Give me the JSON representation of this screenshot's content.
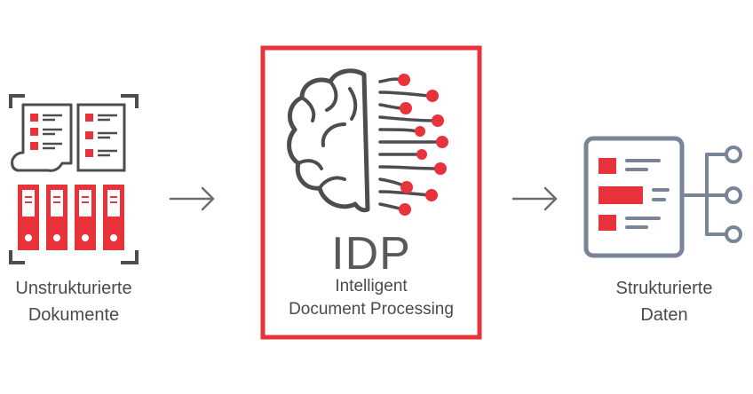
{
  "colors": {
    "accent": "#e8323c",
    "dark": "#4d4d4f",
    "muted": "#7a8497",
    "arrow": "#6d6e70"
  },
  "left": {
    "line1": "Unstrukturierte",
    "line2": "Dokumente",
    "icon": "documents-and-binders-icon"
  },
  "center": {
    "title": "IDP",
    "line1": "Intelligent",
    "line2": "Document Processing",
    "icon": "brain-circuit-icon"
  },
  "right": {
    "line1": "Strukturierte",
    "line2": "Daten",
    "icon": "structured-data-icon"
  },
  "arrows": [
    "arrow-right-icon",
    "arrow-right-icon"
  ]
}
